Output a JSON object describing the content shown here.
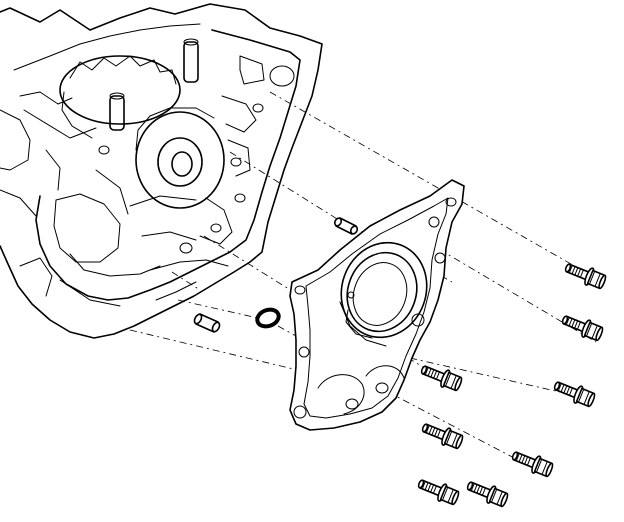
{
  "figure": {
    "kind": "exploded assembly line drawing",
    "parts": [
      {
        "id": "engine-block-housing"
      },
      {
        "id": "rear-oil-seal-cover"
      },
      {
        "id": "crankshaft-oil-seal"
      },
      {
        "id": "o-ring"
      },
      {
        "id": "dowel-pin",
        "count": 2
      },
      {
        "id": "flange-bolt",
        "count": 8
      }
    ],
    "colors": {
      "line": "#000000",
      "background": "#ffffff"
    }
  }
}
